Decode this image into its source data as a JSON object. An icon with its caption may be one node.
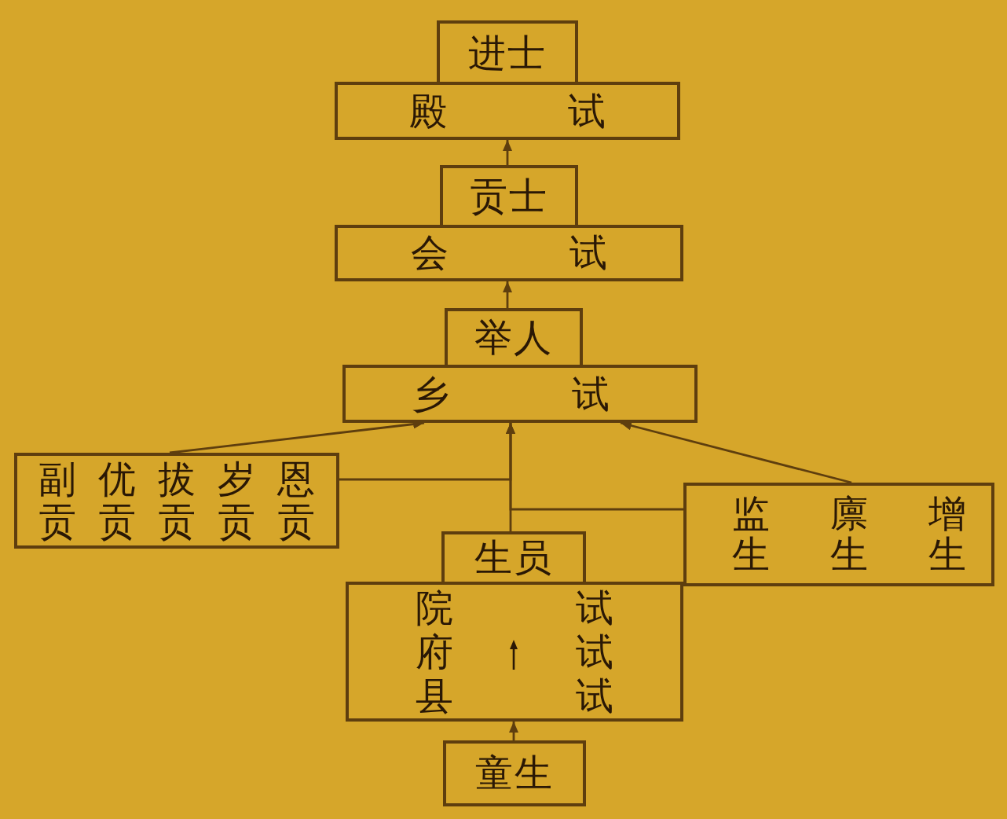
{
  "diagram": {
    "nodes": [
      {
        "text": [
          "进士"
        ]
      },
      {
        "text": [
          "殿 试"
        ]
      },
      {
        "text": [
          "贡士"
        ]
      },
      {
        "text": [
          "会 试"
        ]
      },
      {
        "text": [
          "举人"
        ]
      },
      {
        "text": [
          "乡 试"
        ]
      },
      {
        "text": [
          "副贡",
          "优贡",
          "拔贡",
          "岁贡",
          "恩贡"
        ]
      },
      {
        "text": [
          "监生",
          "廪生",
          "增生"
        ]
      },
      {
        "text": [
          "生员"
        ]
      },
      {
        "text": [
          "院",
          "试",
          "府",
          "试",
          "县",
          "试"
        ]
      },
      {
        "text": [
          "童生"
        ]
      }
    ],
    "edges": [
      {
        "from": 2,
        "to": 1,
        "arrow": "to"
      },
      {
        "from": 4,
        "to": 3,
        "arrow": "to"
      },
      {
        "from": 6,
        "to": 5,
        "arrow": "to"
      },
      {
        "from": 8,
        "to": 5,
        "arrow": "to"
      },
      {
        "from": 7,
        "to": 5,
        "arrow": "to"
      },
      {
        "from": 6,
        "to": 5,
        "arrow": "to"
      },
      {
        "from": 7,
        "to": 5,
        "arrow": "to"
      },
      {
        "from": 10,
        "to": 9,
        "arrow": "to"
      }
    ]
  }
}
